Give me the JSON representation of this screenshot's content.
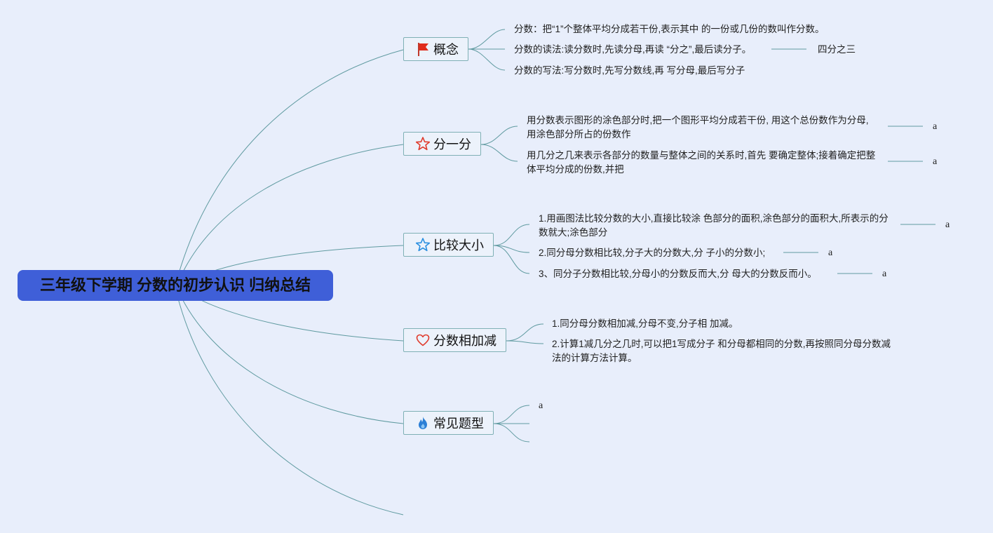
{
  "root": {
    "title": "三年级下学期 分数的初步认识 归纳总结"
  },
  "branches": [
    {
      "label": "概念",
      "icon": "red-flag-icon",
      "items": [
        {
          "text": "分数：把“1”个整体平均分成若干份,表示其中 的一份或几份的数叫作分数。"
        },
        {
          "text": "分数的读法:读分数时,先读分母,再读 “分之”,最后读分子。",
          "child": "四分之三"
        },
        {
          "text": "分数的写法:写分数时,先写分数线,再 写分母,最后写分子"
        }
      ]
    },
    {
      "label": "分一分",
      "icon": "star-outline-red-icon",
      "items": [
        {
          "text": "用分数表示图形的涂色部分时,把一个图形平均分成若干份, 用这个总份数作为分母,用涂色部分所占的份数作",
          "child": "a"
        },
        {
          "text": "用几分之几来表示各部分的数量与整体之间的关系时,首先 要确定整体;接着确定把整体平均分成的份数,并把",
          "child": "a"
        }
      ]
    },
    {
      "label": "比较大小",
      "icon": "star-outline-blue-icon",
      "items": [
        {
          "text": "1.用画图法比较分数的大小,直接比较涂 色部分的面积,涂色部分的面积大,所表示的分数就大;涂色部分",
          "child": "a"
        },
        {
          "text": "2.同分母分数相比较,分子大的分数大,分 子小的分数小;",
          "child": "a"
        },
        {
          "text": "3、同分子分数相比较,分母小的分数反而大,分 母大的分数反而小。",
          "child": "a"
        }
      ]
    },
    {
      "label": "分数相加减",
      "icon": "heart-outline-icon",
      "items": [
        {
          "text": "1.同分母分数相加减,分母不变,分子相 加减。"
        },
        {
          "text": "2.计算1减几分之几时,可以把1写成分子 和分母都相同的分数,再按照同分母分数减法的计算方法计算。"
        }
      ]
    },
    {
      "label": "常见题型",
      "icon": "flame-icon",
      "items": [
        {
          "text": "a"
        }
      ]
    }
  ],
  "colors": {
    "root_bg": "#3f5fd8",
    "connector": "#5f9aa0",
    "branch_border": "#7fb0b5",
    "background": "#e8eefb"
  }
}
